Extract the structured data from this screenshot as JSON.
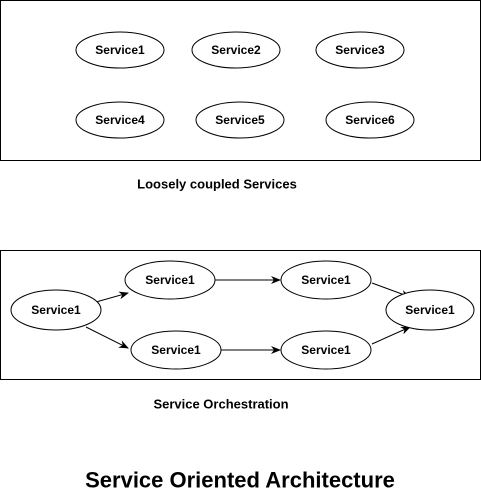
{
  "loose_group": {
    "caption": "Loosely coupled Services",
    "services": [
      "Service1",
      "Service2",
      "Service3",
      "Service4",
      "Service5",
      "Service6"
    ]
  },
  "orchestration_group": {
    "caption": "Service Orchestration",
    "services": [
      "Service1",
      "Service1",
      "Service1",
      "Service1",
      "Service1",
      "Service1"
    ],
    "edges": [
      [
        0,
        1
      ],
      [
        0,
        2
      ],
      [
        1,
        3
      ],
      [
        2,
        4
      ],
      [
        3,
        5
      ],
      [
        4,
        5
      ]
    ]
  },
  "title": "Service Oriented Architecture"
}
